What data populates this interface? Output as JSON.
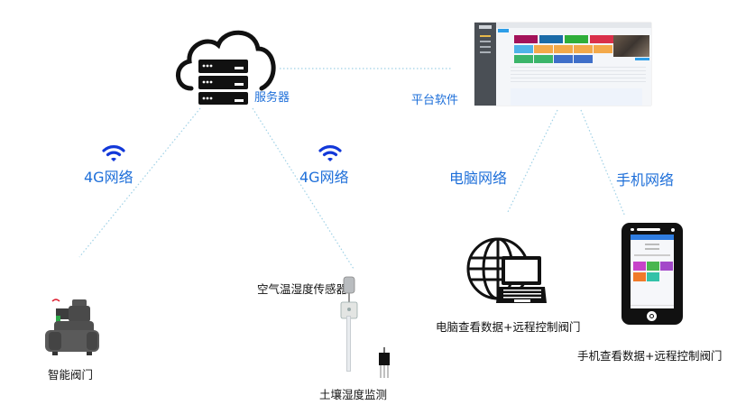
{
  "diagram": {
    "title": "Smart valve remote control system architecture",
    "nodes": {
      "server": {
        "label": "服务器",
        "icon": "cloud-server-icon"
      },
      "platform": {
        "label": "平台软件",
        "icon": "platform-dashboard-screenshot"
      },
      "valve": {
        "label": "智能阀门",
        "icon": "solenoid-valve-icon"
      },
      "air_sensor": {
        "label": "空气温湿度传感器",
        "icon": "air-sensor-icon"
      },
      "soil_sensor": {
        "label": "土壤湿度监测",
        "icon": "soil-probe-icon"
      },
      "computer": {
        "label": "电脑查看数据+远程控制阀门",
        "icon": "globe-laptop-icon"
      },
      "mobile": {
        "label": "手机查看数据+远程控制阀门",
        "icon": "smartphone-icon"
      }
    },
    "links": [
      {
        "from": "server",
        "to": "platform",
        "label": ""
      },
      {
        "from": "server",
        "to": "valve",
        "label": "4G网络",
        "icon": "wifi-icon"
      },
      {
        "from": "server",
        "to": "air_sensor",
        "label": "4G网络",
        "icon": "wifi-icon"
      },
      {
        "from": "platform",
        "to": "computer",
        "label": "电脑网络"
      },
      {
        "from": "platform",
        "to": "mobile",
        "label": "手机网络"
      }
    ],
    "colors": {
      "label_blue": "#1e6fd9",
      "wifi_blue": "#1238d9",
      "link_dots": "#9fd1e6",
      "icon_black": "#111111"
    }
  }
}
